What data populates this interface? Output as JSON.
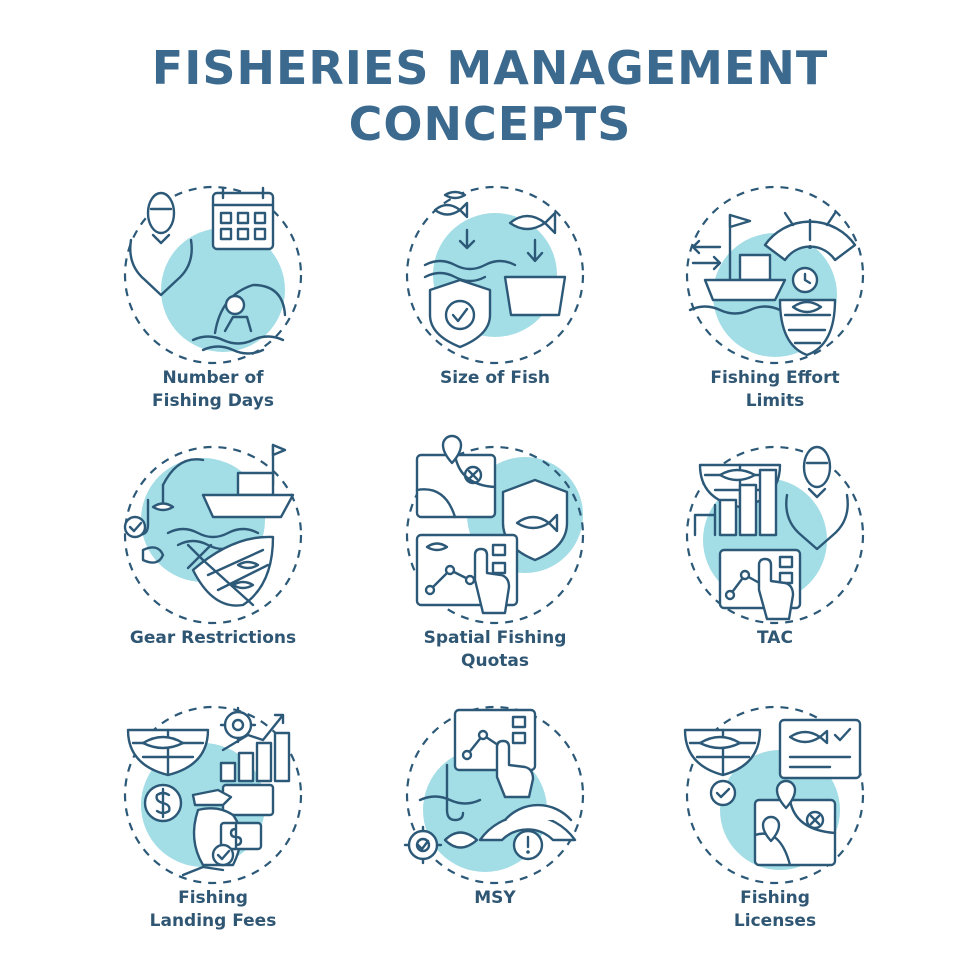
{
  "title": {
    "line1": "FISHERIES MANAGEMENT",
    "line2": "CONCEPTS"
  },
  "colors": {
    "title": "#3c6a8e",
    "stroke": "#2d5978",
    "accent_fill": "#a3dde6"
  },
  "items": [
    {
      "line1": "Number of",
      "line2": "Fishing Days",
      "icon": "fishing-days-icon"
    },
    {
      "line1": "Size of Fish",
      "line2": "",
      "icon": "fish-size-icon"
    },
    {
      "line1": "Fishing Effort",
      "line2": "Limits",
      "icon": "effort-limits-icon"
    },
    {
      "line1": "Gear Restrictions",
      "line2": "",
      "icon": "gear-restrictions-icon"
    },
    {
      "line1": "Spatial Fishing",
      "line2": "Quotas",
      "icon": "spatial-quotas-icon"
    },
    {
      "line1": "TAC",
      "line2": "",
      "icon": "tac-icon"
    },
    {
      "line1": "Fishing",
      "line2": "Landing Fees",
      "icon": "landing-fees-icon"
    },
    {
      "line1": "MSY",
      "line2": "",
      "icon": "msy-icon"
    },
    {
      "line1": "Fishing",
      "line2": "Licenses",
      "icon": "fishing-licenses-icon"
    }
  ]
}
